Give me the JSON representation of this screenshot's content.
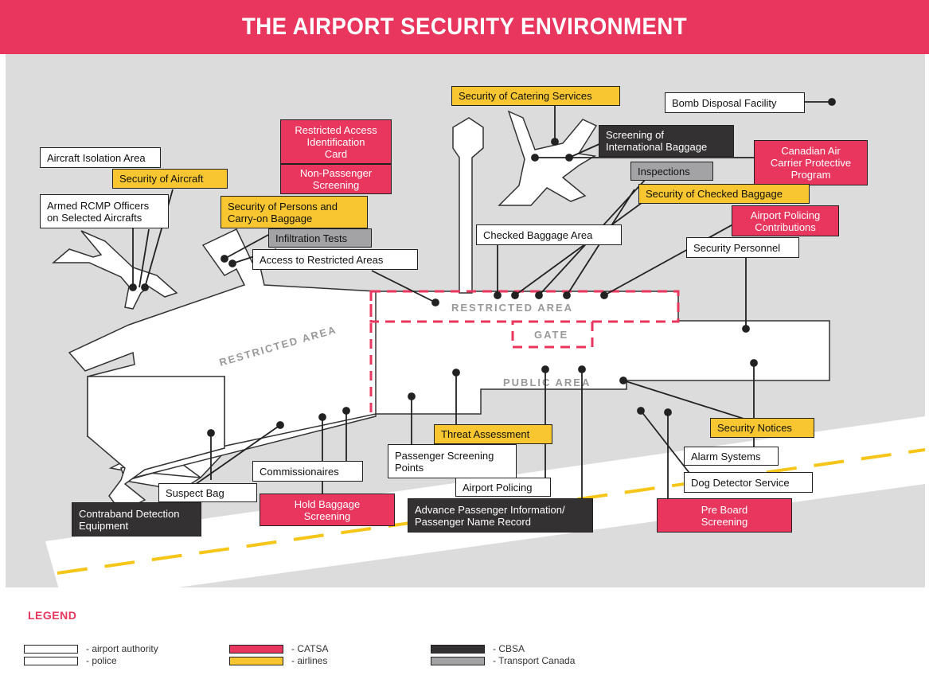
{
  "title": "THE AIRPORT SECURITY ENVIRONMENT",
  "colors": {
    "title_bar": "#e8365e",
    "catsa": "#e8365e",
    "airlines": "#f7c630",
    "cbsa": "#333132",
    "transport_canada": "#a3a3a5",
    "background": "#dcdcdc",
    "taxi_line": "#f5c518",
    "restricted_dash": "#e8365e"
  },
  "area_labels": {
    "restricted_left": "RESTRICTED AREA",
    "restricted_top": "RESTRICTED AREA",
    "gate": "GATE",
    "public": "PUBLIC AREA"
  },
  "labels": {
    "bomb_disposal": "Bomb Disposal Facility",
    "catering": "Security of Catering Services",
    "restricted_access_card": "Restricted Access\nIdentification\nCard",
    "non_passenger": "Non-Passenger\nScreening",
    "intl_baggage": "Screening of\nInternational Baggage",
    "canadian_air_carrier": "Canadian Air\nCarrier Protective\nProgram",
    "inspections": "Inspections",
    "checked_baggage_security": "Security of Checked Baggage",
    "aircraft_isolation": "Aircraft Isolation Area",
    "security_aircraft": "Security of Aircraft",
    "armed_rcmp": "Armed RCMP Officers\non Selected Aircrafts",
    "persons_carryon": "Security of Persons and\nCarry-on Baggage",
    "infiltration": "Infiltration Tests",
    "access_restricted": "Access to Restricted Areas",
    "checked_baggage_area": "Checked Baggage Area",
    "airport_policing_contrib": "Airport Policing\nContributions",
    "security_personnel": "Security Personnel",
    "threat_assessment": "Threat Assessment",
    "passenger_screening_points": "Passenger Screening\nPoints",
    "airport_policing": "Airport Policing",
    "commissionaires": "Commissionaires",
    "suspect_bag": "Suspect Bag",
    "contraband": "Contraband Detection\nEquipment",
    "hold_baggage": "Hold Baggage\nScreening",
    "advance_passenger": "Advance Passenger Information/\nPassenger Name Record",
    "security_notices": "Security Notices",
    "alarm_systems": "Alarm Systems",
    "dog_detector": "Dog Detector Service",
    "pre_board": "Pre Board\nScreening"
  },
  "legend": {
    "title": "LEGEND",
    "items": [
      {
        "label": "- airport authority",
        "color": "#ffffff"
      },
      {
        "label": "- police",
        "color": "#ffffff"
      },
      {
        "label": "- CATSA",
        "color": "#e8365e"
      },
      {
        "label": "- airlines",
        "color": "#f7c630"
      },
      {
        "label": "- CBSA",
        "color": "#333132"
      },
      {
        "label": "- Transport Canada",
        "color": "#a3a3a5"
      }
    ]
  }
}
